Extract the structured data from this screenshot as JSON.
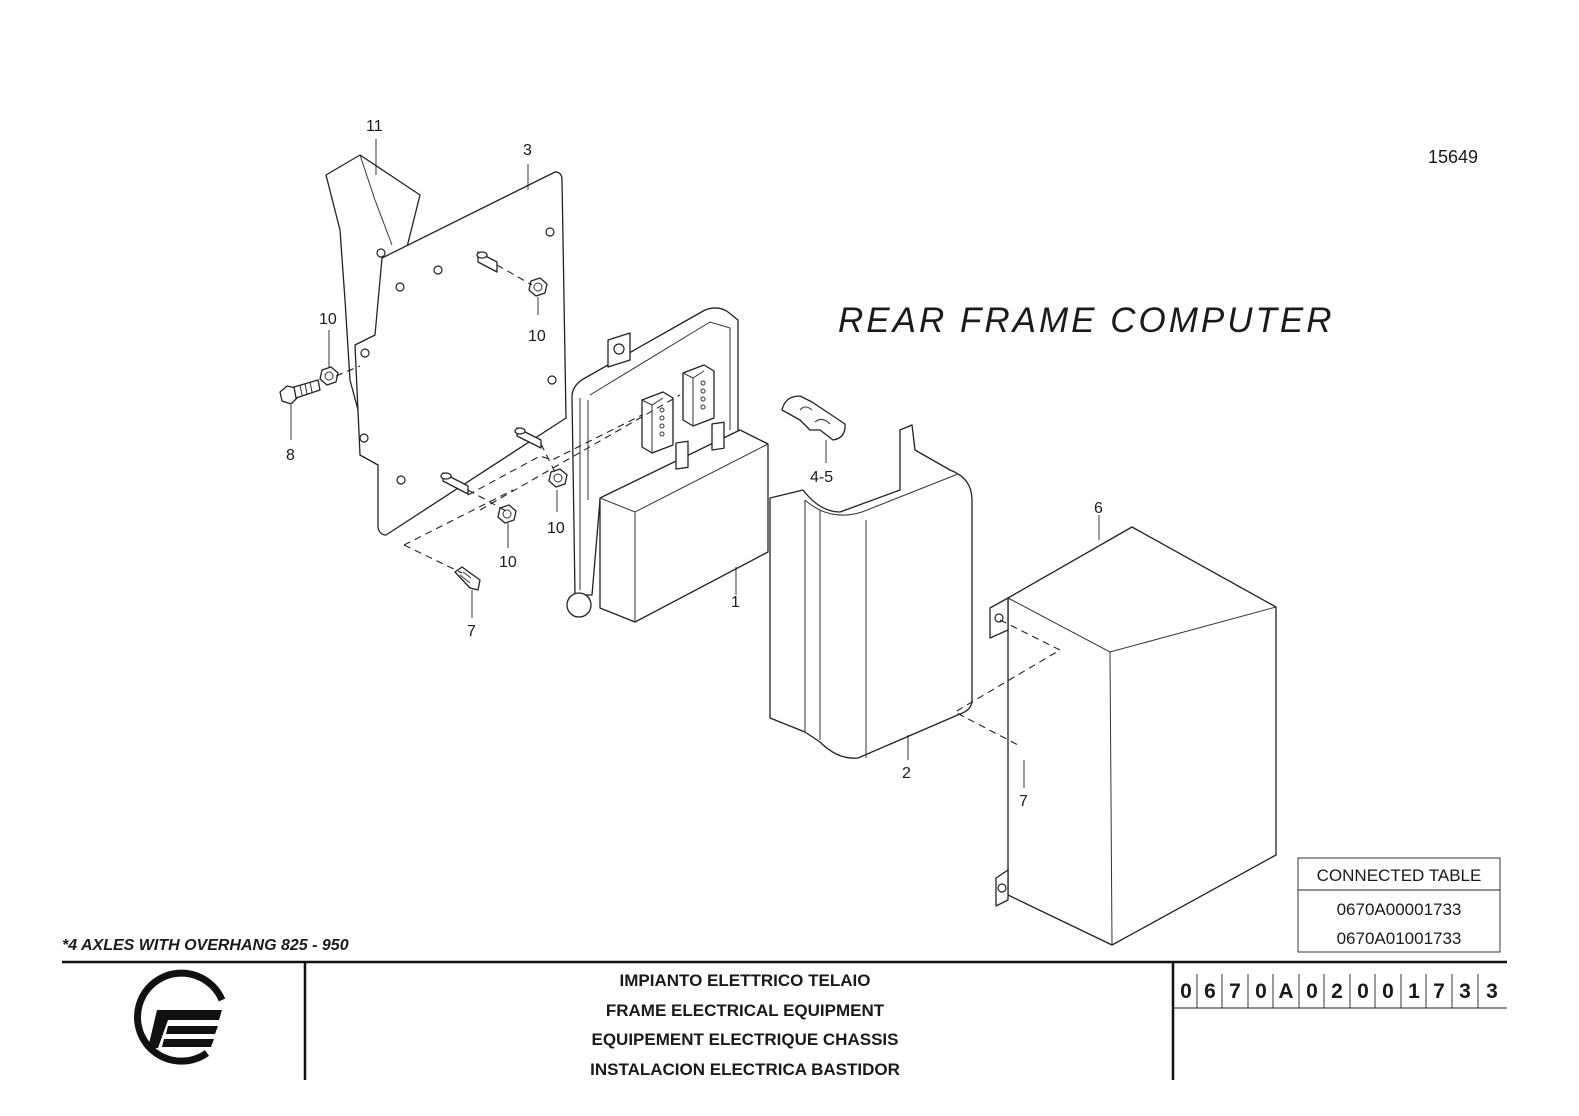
{
  "drawing_number": "15649",
  "title": "REAR FRAME COMPUTER",
  "note": "*4 AXLES WITH OVERHANG 825 - 950",
  "callouts": {
    "c1": "1",
    "c2": "2",
    "c3": "3",
    "c45": "4-5",
    "c6": "6",
    "c7a": "7",
    "c7b": "7",
    "c8": "8",
    "c10a": "10",
    "c10b": "10",
    "c10c": "10",
    "c10d": "10",
    "c11": "11"
  },
  "connected_table": {
    "header": "CONNECTED TABLE",
    "rows": [
      "0670A00001733",
      "0670A01001733"
    ]
  },
  "title_block": {
    "lines": [
      "IMPIANTO ELETTRICO TELAIO",
      "FRAME ELECTRICAL EQUIPMENT",
      "EQUIPEMENT ELECTRIQUE CHASSIS",
      "INSTALACION ELECTRICA BASTIDOR"
    ],
    "code_digits": [
      "0",
      "6",
      "7",
      "0",
      "A",
      "0",
      "2",
      "0",
      "0",
      "1",
      "7",
      "3",
      "3"
    ]
  }
}
